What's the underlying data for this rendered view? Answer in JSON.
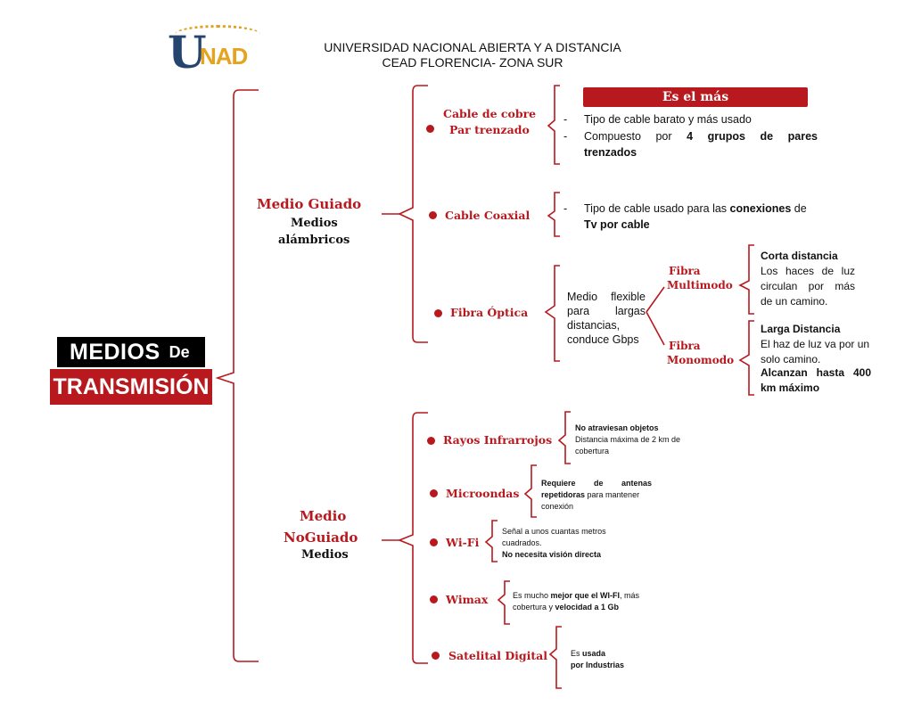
{
  "header": {
    "line1": "UNIVERSIDAD NACIONAL ABIERTA Y A DISTANCIA",
    "line2": "CEAD FLORENCIA- ZONA SUR",
    "logo_u": "U",
    "logo_nad": "NAD"
  },
  "root": {
    "word1": "MEDIOS",
    "word2": "De",
    "word3": "TRANSMISIÓN"
  },
  "guiado": {
    "title": "Medio Guiado",
    "sub1": "Medios",
    "sub2": "alámbricos",
    "cobre": {
      "label1": "Cable de cobre",
      "label2": "Par trenzado",
      "banner": "Es el más",
      "item1": "Tipo de cable barato y más usado",
      "item2_pre": "Compuesto por ",
      "item2_bold": "4 grupos de pares",
      "item2_bold2": "trenzados",
      "dash": "-"
    },
    "coaxial": {
      "label": "Cable Coaxial",
      "item_pre": "Tipo de cable usado para las ",
      "item_bold": "conexiones",
      "item_post": " de",
      "item_bold2": "Tv por cable",
      "dash": "-"
    },
    "fibra": {
      "label": "Fibra Óptica",
      "desc1": "Medio flexible",
      "desc2": "para largas",
      "desc3": "distancias,",
      "desc4": "conduce Gbps",
      "multimodo1": "Fibra",
      "multimodo2": "Multimodo",
      "monomodo1": "Fibra",
      "monomodo2": "Monomodo",
      "multi_t1": "Corta distancia",
      "multi_t2": "Los haces de luz",
      "multi_t3": "circulan por más",
      "multi_t4": "de un camino.",
      "mono_t1": "Larga Distancia",
      "mono_t2": "El haz de luz va por un",
      "mono_t3": "solo camino.",
      "mono_t4": "Alcanzan hasta 400",
      "mono_t5": "km máximo"
    }
  },
  "noguiado": {
    "title1": "Medio",
    "title_no": "No",
    "title2": "Guiado",
    "sub": "Medios",
    "infrarrojos": {
      "label": "Rayos Infrarrojos",
      "t1": "No atraviesan objetos",
      "t2": "Distancia máxima de 2 km de",
      "t3": "cobertura"
    },
    "microondas": {
      "label": "Microondas",
      "t1": "Requiere de antenas",
      "t2_bold": "repetidoras",
      "t2": " para mantener",
      "t3": "conexión"
    },
    "wifi": {
      "label": "Wi-Fi",
      "t1": "Señal a unos cuantas metros",
      "t2": "cuadrados.",
      "t3": "No necesita visión directa"
    },
    "wimax": {
      "label": "Wimax",
      "t1_pre": "Es mucho ",
      "t1_bold": "mejor que el WI-FI",
      "t1_post": ", más",
      "t2_pre": "cobertura y ",
      "t2_bold": "velocidad a 1 Gb"
    },
    "satelital": {
      "label": "Satelital Digital",
      "t1_pre": "Es ",
      "t1_bold": "usada",
      "t2": "por Industrias"
    }
  },
  "colors": {
    "accent": "#b8191e",
    "logo_blue": "#26456e",
    "logo_gold": "#e5a31f"
  }
}
